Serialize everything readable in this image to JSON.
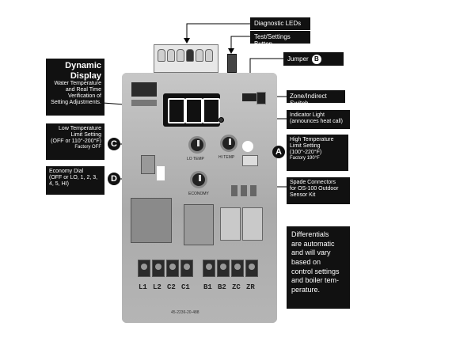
{
  "labels": {
    "diagnostic_leds": "Diagnostic LEDs",
    "test_button": "Test/Settings Button",
    "jumper": "Jumper",
    "jumper_marker": "B",
    "zone_switch": "Zone/Indirect Switch",
    "dynamic_display_title1": "Dynamic",
    "dynamic_display_title2": "Display",
    "dynamic_display_desc1": "Water Temperature",
    "dynamic_display_desc2": "and Real Time",
    "dynamic_display_desc3": "Verification of",
    "dynamic_display_desc4": "Setting Adjustments.",
    "indicator_line1": "Indicator Light",
    "indicator_line2": "(announces heat call)",
    "low_temp_line1": "Low Temperature",
    "low_temp_line2": "Limit Setting",
    "low_temp_line3": "(OFF or 110°-200°F)",
    "low_temp_line4": "Factory OFF",
    "high_temp_line1": "High Temperature",
    "high_temp_line2": "Limit Setting",
    "high_temp_line3": "(100°-220°F)",
    "high_temp_line4": "Factory 190°F",
    "economy_line1": "Economy Dial",
    "economy_line2": "(OFF or LO, 1, 2, 3,",
    "economy_line3": "4, 5, HI)",
    "spade_line1": "Spade Connectors",
    "spade_line2": "for OS-100 Outdoor",
    "spade_line3": "Sensor Kit",
    "diff_line1": "Differentials",
    "diff_line2": "are automatic",
    "diff_line3": "and will vary",
    "diff_line4": "based on",
    "diff_line5": "control settings",
    "diff_line6": "and boiler tem-",
    "diff_line7": "perature."
  },
  "markers": {
    "a": "A",
    "c": "C",
    "d": "D"
  },
  "board": {
    "knob_lo_label": "LO TEMP",
    "knob_hi_label": "HI TEMP",
    "knob_econ_label": "ECONOMY",
    "terminals_left": [
      "L1",
      "L2",
      "C2",
      "C1"
    ],
    "terminals_right": [
      "B1",
      "B2",
      "ZC",
      "ZR"
    ],
    "part_number": "45-2236-20-488"
  },
  "colors": {
    "label_bg": "#111111",
    "label_fg": "#ffffff",
    "board": "#b9b9b9"
  }
}
